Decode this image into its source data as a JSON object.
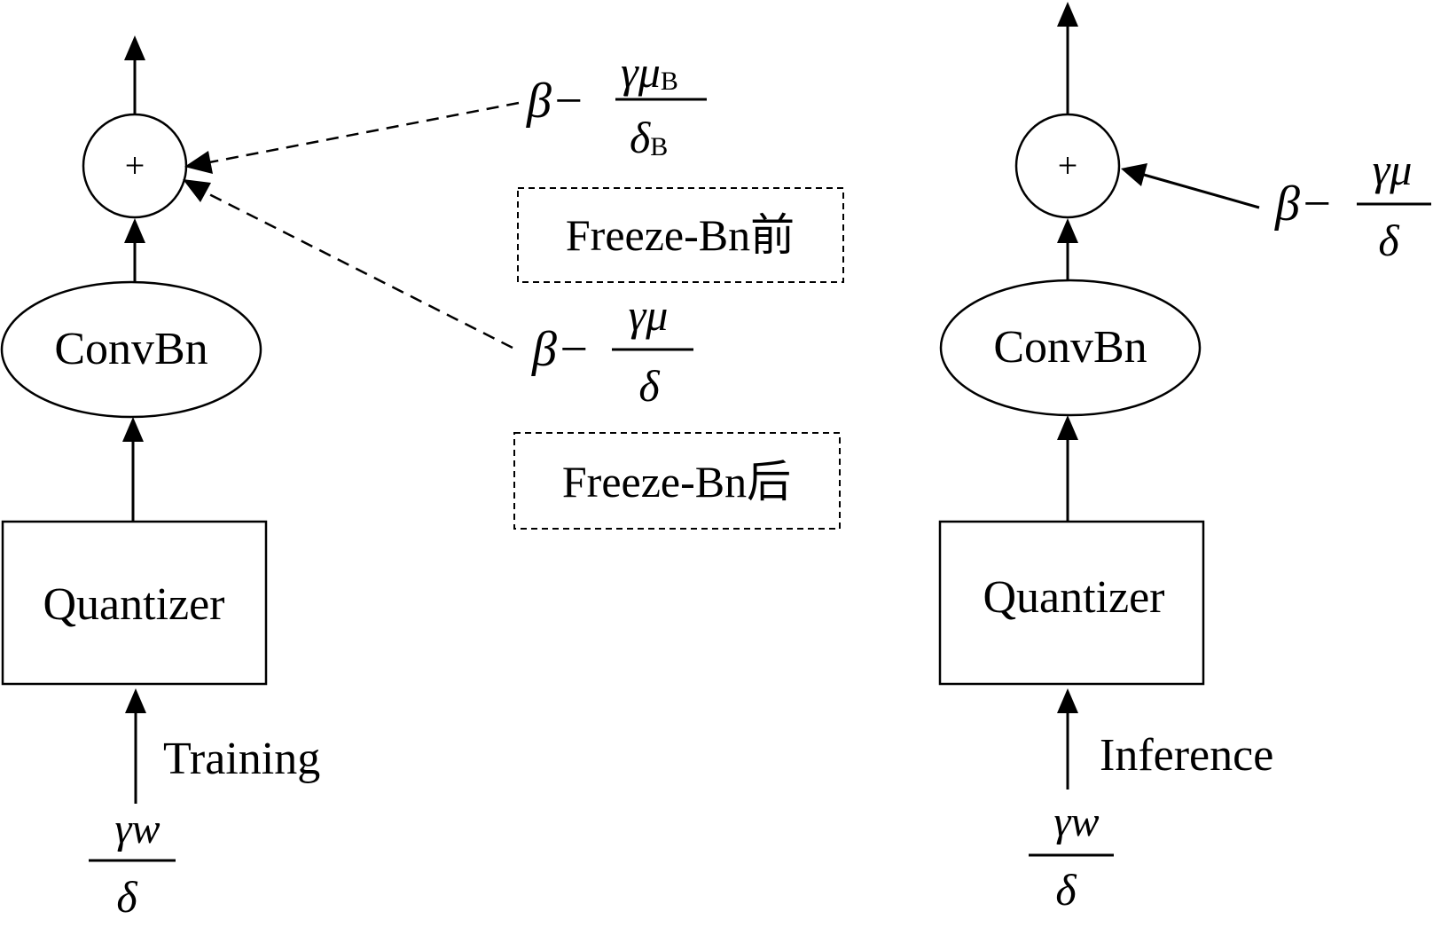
{
  "left_panel": {
    "mode_label": "Training",
    "quantizer_label": "Quantizer",
    "convbn_label": "ConvBn",
    "adder_symbol": "+",
    "input_fraction": {
      "numerator": "γw",
      "denominator": "δ"
    }
  },
  "right_panel": {
    "mode_label": "Inference",
    "quantizer_label": "Quantizer",
    "convbn_label": "ConvBn",
    "adder_symbol": "+",
    "input_fraction": {
      "numerator": "γw",
      "denominator": "δ"
    },
    "bias": {
      "prefix": "β−",
      "numerator": "γμ",
      "denominator": "δ"
    }
  },
  "middle": {
    "bias_before": {
      "prefix": "β−",
      "numerator_base": "γμ",
      "numerator_sub": "B",
      "denominator_base": "δ",
      "denominator_sub": "B"
    },
    "label_before": "Freeze-Bn前",
    "bias_after": {
      "prefix": "β−",
      "numerator": "γμ",
      "denominator": "δ"
    },
    "label_after": "Freeze-Bn后"
  }
}
